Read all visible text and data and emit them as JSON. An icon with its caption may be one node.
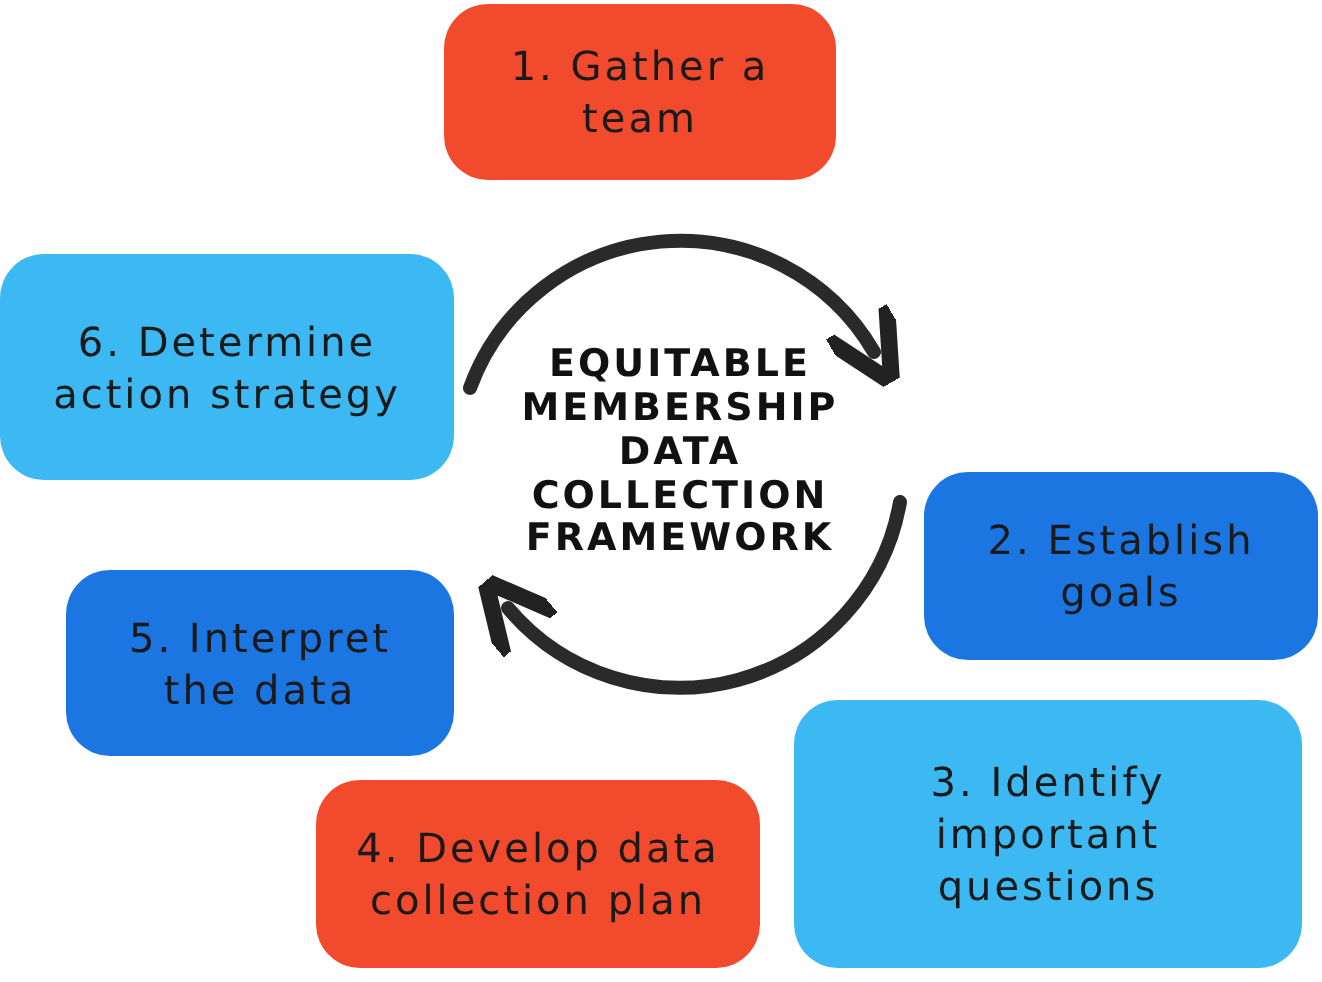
{
  "diagram": {
    "nodes": [
      {
        "text": [
          "EQUITABLE MEMBERSHIP DATA COLLECTION FRAMEWORK"
        ]
      },
      {
        "text": [
          "1. Gather a team"
        ]
      },
      {
        "text": [
          "2. Establish goals"
        ]
      },
      {
        "text": [
          "3. Identify important questions"
        ]
      },
      {
        "text": [
          "4. Develop data collection plan"
        ]
      },
      {
        "text": [
          "5. Interpret the data"
        ]
      },
      {
        "text": [
          "6. Determine action strategy"
        ]
      }
    ]
  }
}
